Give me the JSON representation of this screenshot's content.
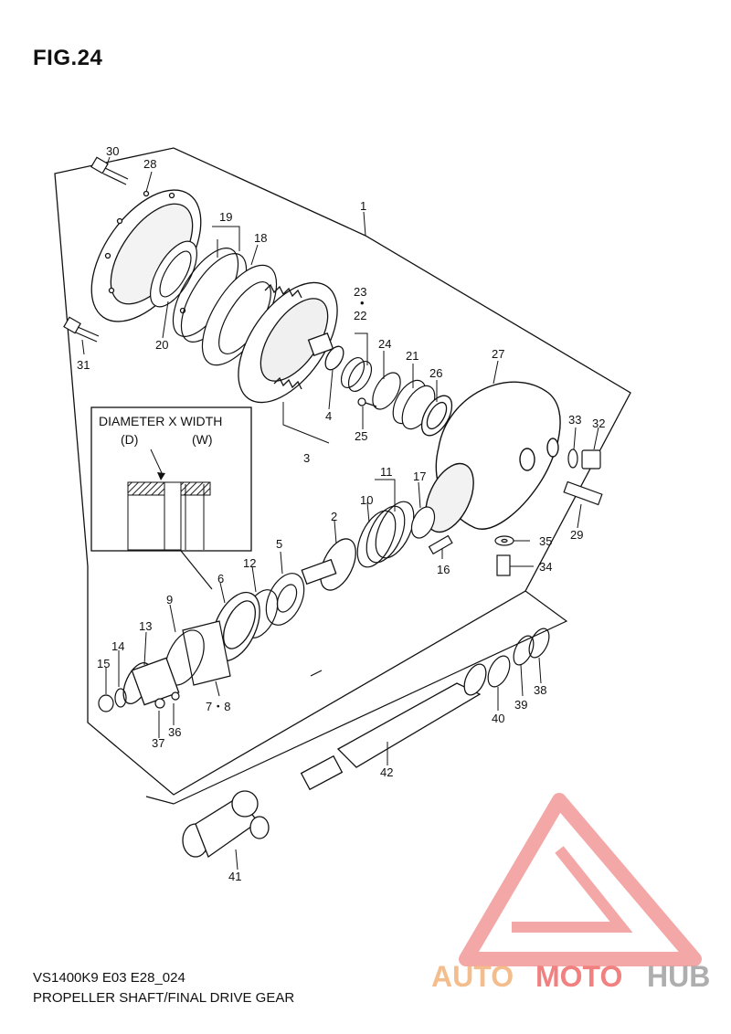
{
  "figure": {
    "title": "FIG.24",
    "model_code": "VS1400K9 E03 E28_024",
    "caption": "PROPELLER SHAFT/FINAL DRIVE GEAR"
  },
  "inset": {
    "title": "DIAMETER X WIDTH",
    "label_d": "(D)",
    "label_w": "(W)"
  },
  "callouts": {
    "c1": "1",
    "c2": "2",
    "c3": "3",
    "c4": "4",
    "c5": "5",
    "c6": "6",
    "c7_8": "7・8",
    "c9": "9",
    "c10": "10",
    "c11": "11",
    "c12": "12",
    "c13": "13",
    "c14": "14",
    "c15": "15",
    "c16": "16",
    "c17": "17",
    "c18": "18",
    "c19": "19",
    "c20": "20",
    "c21": "21",
    "c22": "22",
    "c23": "23",
    "c24": "24",
    "c25": "25",
    "c26": "26",
    "c27": "27",
    "c28": "28",
    "c29": "29",
    "c30": "30",
    "c31": "31",
    "c32": "32",
    "c33": "33",
    "c34": "34",
    "c35": "35",
    "c36": "36",
    "c37": "37",
    "c38": "38",
    "c39": "39",
    "c40": "40",
    "c41": "41",
    "c42": "42"
  },
  "watermark": {
    "part1": "AUTO",
    "part2": "MOTO",
    "part3": "HUB",
    "color_orange": "#f3b27a",
    "color_red": "#ef6a6a",
    "color_gray": "#a0a0a0"
  }
}
